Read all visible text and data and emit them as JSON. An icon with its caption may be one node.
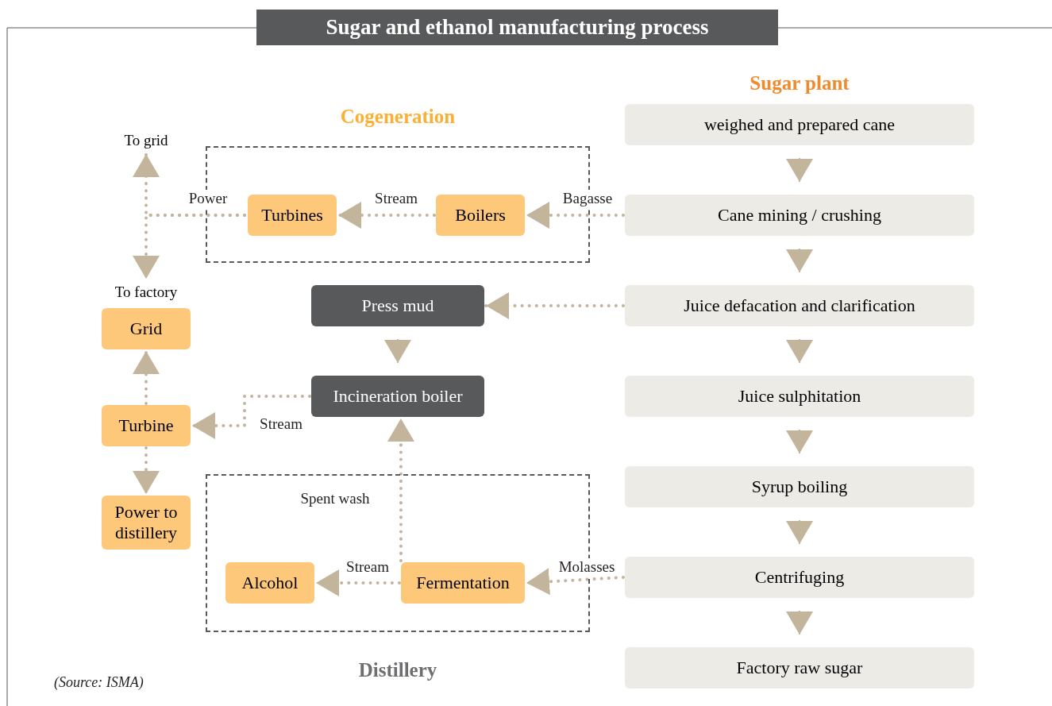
{
  "diagram": {
    "title": "Sugar and ethanol manufacturing process",
    "nodes": [
      {
        "text": [
          "Cogeneration"
        ]
      },
      {
        "text": [
          "Turbines"
        ],
        "in": 0
      },
      {
        "text": [
          "Boilers"
        ],
        "in": 0
      },
      {
        "text": [
          "Distillery"
        ]
      },
      {
        "text": [
          "Alcohol"
        ],
        "in": 3
      },
      {
        "text": [
          "Fermentation"
        ],
        "in": 3
      },
      {
        "text": [
          "Press mud"
        ]
      },
      {
        "text": [
          "Incineration boiler"
        ]
      },
      {
        "text": [
          "To grid"
        ]
      },
      {
        "text": [
          "To factory"
        ]
      },
      {
        "text": [
          "Grid"
        ]
      },
      {
        "text": [
          "Turbine"
        ]
      },
      {
        "text": [
          "Power to distillery"
        ]
      },
      {
        "text": [
          "weighed and prepared cane"
        ]
      },
      {
        "text": [
          "Cane mining / crushing"
        ]
      },
      {
        "text": [
          "Juice defacation and clarification"
        ]
      },
      {
        "text": [
          "Juice sulphitation"
        ]
      },
      {
        "text": [
          "Syrup boiling"
        ]
      },
      {
        "text": [
          "Centrifuging"
        ]
      },
      {
        "text": [
          "Factory raw sugar"
        ]
      }
    ],
    "edges": [
      {
        "from": 13,
        "to": 14,
        "arrow": "to"
      },
      {
        "from": 14,
        "to": 15,
        "arrow": "to"
      },
      {
        "from": 15,
        "to": 16,
        "arrow": "to"
      },
      {
        "from": 16,
        "to": 17,
        "arrow": "to"
      },
      {
        "from": 17,
        "to": 18,
        "arrow": "to"
      },
      {
        "from": 18,
        "to": 19,
        "arrow": "to"
      },
      {
        "from": 14,
        "to": 2,
        "arrow": "to",
        "label": "Bagasse",
        "style": "dashed"
      },
      {
        "from": 2,
        "to": 1,
        "arrow": "to",
        "label": "Stream",
        "style": "dashed"
      },
      {
        "from": 1,
        "to": 8,
        "arrow": "to",
        "label": "Power",
        "style": "dashed"
      },
      {
        "from": 1,
        "to": 9,
        "arrow": "to",
        "style": "dashed"
      },
      {
        "from": 15,
        "to": 6,
        "arrow": "to",
        "style": "dashed"
      },
      {
        "from": 6,
        "to": 7,
        "arrow": "to"
      },
      {
        "from": 7,
        "to": 11,
        "arrow": "to",
        "label": "Stream",
        "style": "dashed"
      },
      {
        "from": 11,
        "to": 10,
        "arrow": "to",
        "style": "dashed"
      },
      {
        "from": 11,
        "to": 12,
        "arrow": "to",
        "style": "dashed"
      },
      {
        "from": 5,
        "to": 7,
        "arrow": "to",
        "label": "Spent wash",
        "style": "dashed"
      },
      {
        "from": 18,
        "to": 5,
        "arrow": "to",
        "label": "Molasses",
        "style": "dashed"
      },
      {
        "from": 5,
        "to": 4,
        "arrow": "to",
        "label": "Stream",
        "style": "dashed"
      }
    ],
    "labels": [
      "Sugar plant",
      "(Source: ISMA)"
    ]
  }
}
